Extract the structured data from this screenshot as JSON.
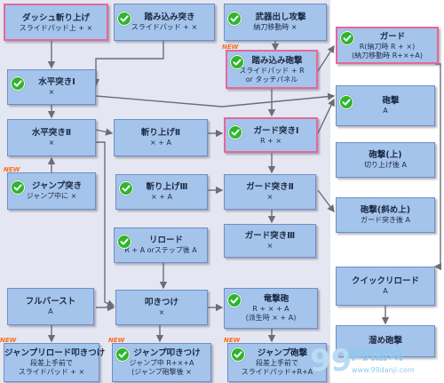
{
  "nodes": [
    {
      "key": "dash_kiriage",
      "title": "ダッシュ斬り上げ",
      "sub": [
        "スライドパッド上 + ×"
      ],
      "check": false,
      "selected": true,
      "new": false
    },
    {
      "key": "fumikomi_tsuki",
      "title": "踏み込み突き",
      "sub": [
        "スライドパッド + ×"
      ],
      "check": true,
      "selected": false,
      "new": false
    },
    {
      "key": "buki_dashi",
      "title": "武器出し攻撃",
      "sub": [
        "納刀移動時 ×"
      ],
      "check": true,
      "selected": false,
      "new": false
    },
    {
      "key": "guard",
      "title": "ガード",
      "sub": [
        "R(納刀時 R + ×)",
        "(納刀移動時 R+×+A)"
      ],
      "check": true,
      "selected": true,
      "new": false
    },
    {
      "key": "fumikomi_hougeki",
      "title": "踏み込み砲撃",
      "sub": [
        "スライドパッド + R",
        "or タッチパネル"
      ],
      "check": true,
      "selected": true,
      "new": true
    },
    {
      "key": "suihei_1",
      "title": "水平突きⅠ",
      "sub": [
        "×"
      ],
      "check": true,
      "selected": false,
      "new": false
    },
    {
      "key": "hougeki",
      "title": "砲撃",
      "sub": [
        "A"
      ],
      "check": true,
      "selected": false,
      "new": false
    },
    {
      "key": "suihei_2",
      "title": "水平突きⅡ",
      "sub": [
        "×"
      ],
      "check": false,
      "selected": false,
      "new": false
    },
    {
      "key": "kiriage_2",
      "title": "斬り上げⅡ",
      "sub": [
        "× + A"
      ],
      "check": false,
      "selected": false,
      "new": false
    },
    {
      "key": "guard_tsuki_1",
      "title": "ガード突きⅠ",
      "sub": [
        "R + ×"
      ],
      "check": true,
      "selected": true,
      "new": false
    },
    {
      "key": "hougeki_ue",
      "title": "砲撃(上)",
      "sub": [
        "切り上げ後 A"
      ],
      "check": false,
      "selected": false,
      "new": false
    },
    {
      "key": "jump_tsuki",
      "title": "ジャンプ突き",
      "sub": [
        "ジャンプ中に ×"
      ],
      "check": true,
      "selected": false,
      "new": true
    },
    {
      "key": "kiriage_3",
      "title": "斬り上げⅢ",
      "sub": [
        "× + A"
      ],
      "check": true,
      "selected": false,
      "new": false
    },
    {
      "key": "guard_tsuki_2",
      "title": "ガード突きⅡ",
      "sub": [
        "×"
      ],
      "check": false,
      "selected": false,
      "new": false
    },
    {
      "key": "hougeki_naname",
      "title": "砲撃(斜め上)",
      "sub": [
        "ガード突き後 A"
      ],
      "check": false,
      "selected": false,
      "new": false
    },
    {
      "key": "reload",
      "title": "リロード",
      "sub": [
        "R + A orステップ後 A"
      ],
      "check": true,
      "selected": false,
      "new": false
    },
    {
      "key": "guard_tsuki_3",
      "title": "ガード突きⅢ",
      "sub": [
        "×"
      ],
      "check": false,
      "selected": false,
      "new": false
    },
    {
      "key": "quick_reload",
      "title": "クイックリロード",
      "sub": [
        "A"
      ],
      "check": false,
      "selected": false,
      "new": false
    },
    {
      "key": "full_burst",
      "title": "フルバースト",
      "sub": [
        "A"
      ],
      "check": false,
      "selected": false,
      "new": false
    },
    {
      "key": "tatakitsuke",
      "title": "叩きつけ",
      "sub": [
        "×"
      ],
      "check": false,
      "selected": false,
      "new": false
    },
    {
      "key": "ryugekihou",
      "title": "竜撃砲",
      "sub": [
        "R + × + A",
        "(派生時 × + A)"
      ],
      "check": true,
      "selected": false,
      "new": false
    },
    {
      "key": "kakou_hougeki",
      "title": "溜め砲撃",
      "sub": [],
      "check": false,
      "selected": false,
      "new": false
    },
    {
      "key": "jump_reload",
      "title": "ジャンプリロード叩きつけ",
      "sub": [
        "段差上手前で",
        "スライドパッド + ×"
      ],
      "check": false,
      "selected": false,
      "new": true
    },
    {
      "key": "jump_tatakitsuke",
      "title": "ジャンプ叩きつけ",
      "sub": [
        "ジャンプ中 R+×+A",
        "(ジャンプ砲撃後 ×"
      ],
      "check": true,
      "selected": false,
      "new": true
    },
    {
      "key": "jump_hougeki",
      "title": "ジャンプ砲撃",
      "sub": [
        "段差上手前で",
        "スライドパッド+R+A"
      ],
      "check": true,
      "selected": false,
      "new": true
    }
  ],
  "new_label": "NEW",
  "watermark": {
    "logo": "99",
    "text": "单机游戏",
    "url": "www.99danji.com"
  }
}
